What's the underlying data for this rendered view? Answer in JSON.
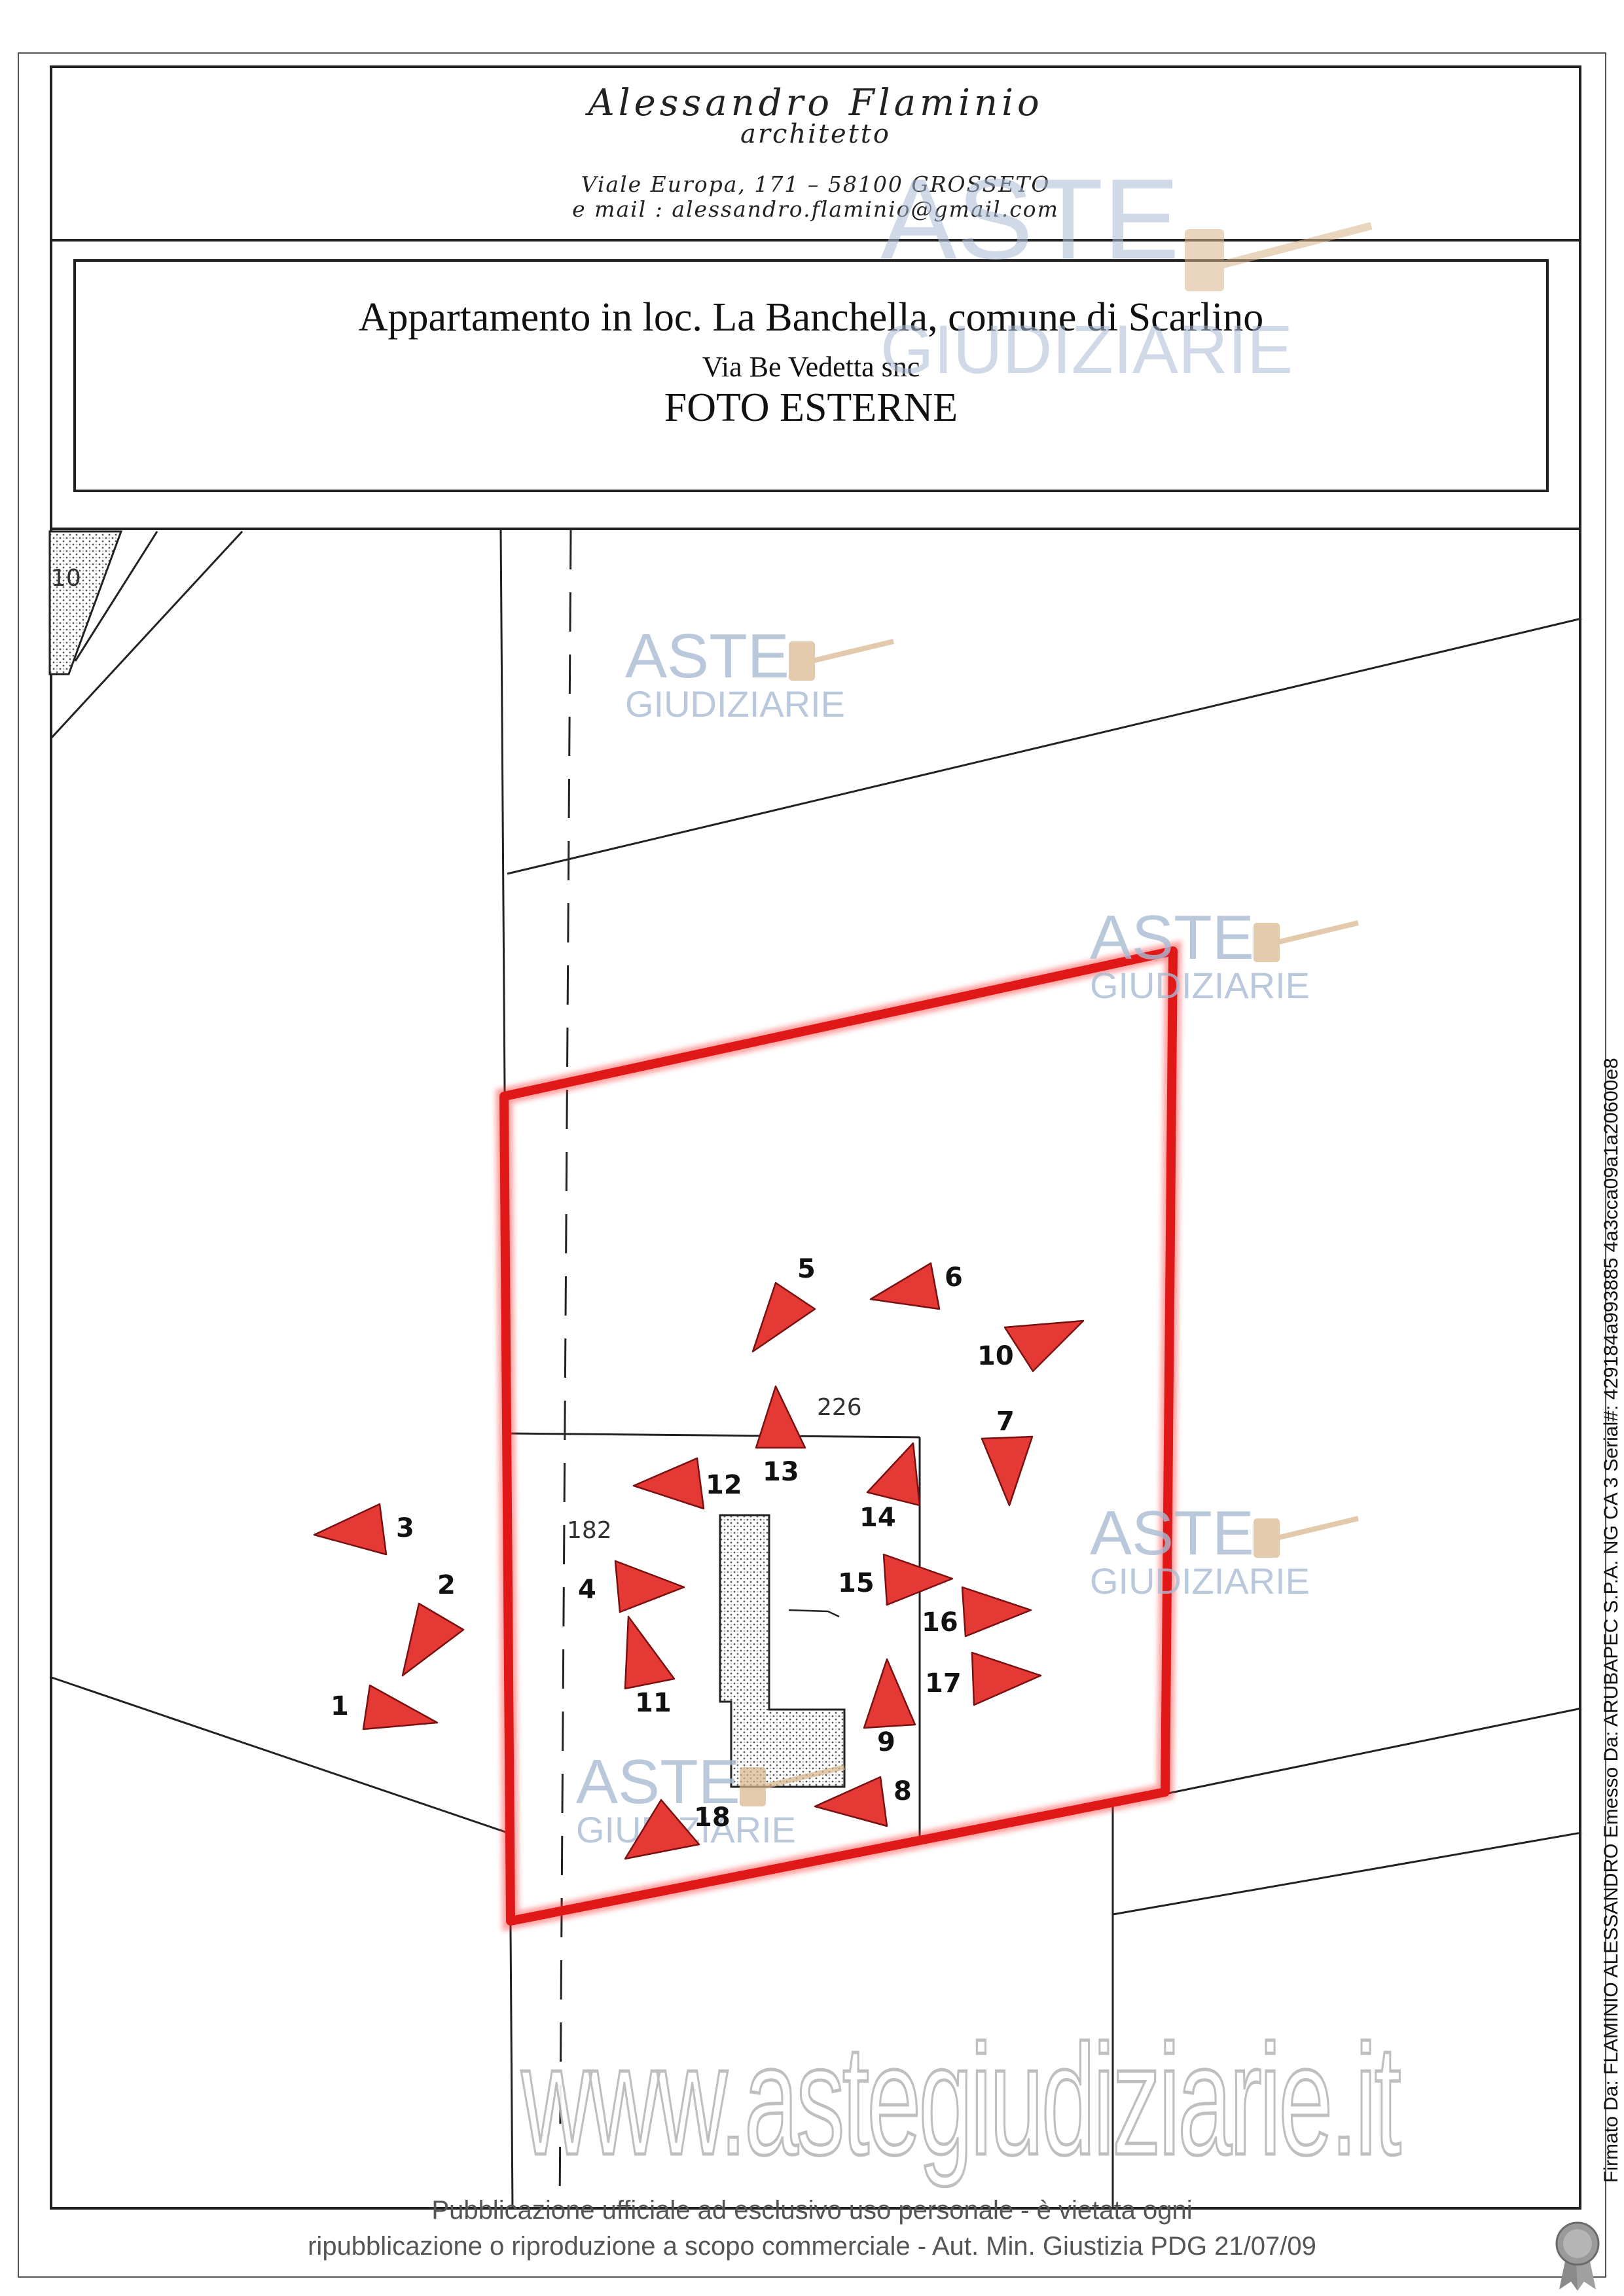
{
  "header": {
    "name": "Alessandro  Flaminio",
    "role": "architetto",
    "address": "Viale Europa, 171   –   58100   GROSSETO",
    "email": "e mail  :  alessandro.flaminio@gmail.com"
  },
  "title_box": {
    "main": "Appartamento in loc. La Banchella, comune di Scarlino",
    "sub": "Via Be Vedetta snc",
    "kind": "FOTO ESTERNE"
  },
  "map": {
    "parcel_number": "226",
    "corner_label": "10",
    "building_label": "182",
    "highlight_color": "#e01818",
    "marker_color": "#e53935",
    "markers": [
      {
        "id": "m1",
        "label": "1"
      },
      {
        "id": "m2",
        "label": "2"
      },
      {
        "id": "m3",
        "label": "3"
      },
      {
        "id": "m4",
        "label": "4"
      },
      {
        "id": "m5",
        "label": "5"
      },
      {
        "id": "m6",
        "label": "6"
      },
      {
        "id": "m7",
        "label": "7"
      },
      {
        "id": "m8",
        "label": "8"
      },
      {
        "id": "m9",
        "label": "9"
      },
      {
        "id": "m10",
        "label": "10"
      },
      {
        "id": "m11",
        "label": "11"
      },
      {
        "id": "m12",
        "label": "12"
      },
      {
        "id": "m13",
        "label": "13"
      },
      {
        "id": "m14",
        "label": "14"
      },
      {
        "id": "m15",
        "label": "15"
      },
      {
        "id": "m16",
        "label": "16"
      },
      {
        "id": "m17",
        "label": "17"
      },
      {
        "id": "m18",
        "label": "18"
      }
    ]
  },
  "watermarks": {
    "logo_top": "ASTE",
    "logo_bottom": "GIUDIZIARIE",
    "site": "www.astegiudiziarie.it"
  },
  "footer": {
    "line1": "Pubblicazione ufficiale ad esclusivo uso personale - è vietata ogni",
    "line2": "ripubblicazione o riproduzione a scopo commerciale - Aut. Min. Giustizia PDG 21/07/09"
  },
  "signature": "Firmato Da: FLAMINIO ALESSANDRO Emesso Da: ARUBAPEC S.P.A. NG CA 3 Serial#: 429184a993885 4a3cca09a1a20600e8"
}
